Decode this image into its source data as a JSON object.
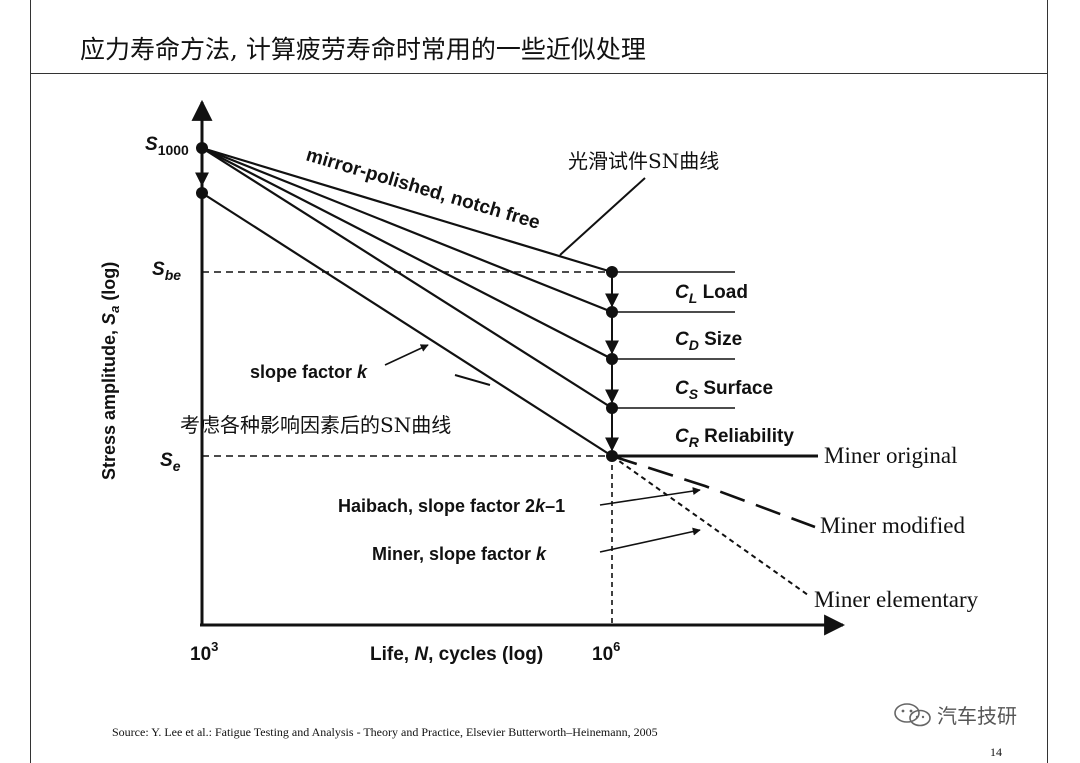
{
  "header": {
    "title": "应力寿命方法, 计算疲劳寿命时常用的一些近似处理"
  },
  "diagram": {
    "y_axis_label": "Stress amplitude, Sa (log)",
    "x_axis_label": "Life, N, cycles (log)",
    "y_ticks": {
      "s1000": "S1000",
      "sbe": "Sbe",
      "se": "Se"
    },
    "x_ticks": {
      "x1": "10^3",
      "x2": "10^6"
    },
    "curve_labels": {
      "polished": "mirror-polished, notch free",
      "smooth_cn": "光滑试件SN曲线",
      "slope": "slope factor k",
      "modified_cn": "考虑各种影响因素后的SN曲线",
      "haibach": "Haibach, slope factor 2k–1",
      "miner_slope": "Miner, slope factor k"
    },
    "factors": [
      {
        "c": "C",
        "sub": "L",
        "name": "Load"
      },
      {
        "c": "C",
        "sub": "D",
        "name": "Size"
      },
      {
        "c": "C",
        "sub": "S",
        "name": "Surface"
      },
      {
        "c": "C",
        "sub": "R",
        "name": "Reliability"
      }
    ],
    "miner": {
      "original": "Miner original",
      "modified": "Miner modified",
      "elementary": "Miner elementary"
    }
  },
  "source": "Source: Y. Lee et al.: Fatigue Testing and Analysis - Theory and Practice, Elsevier Butterworth–Heinemann, 2005",
  "page_number": "14",
  "watermark": "汽车技研"
}
